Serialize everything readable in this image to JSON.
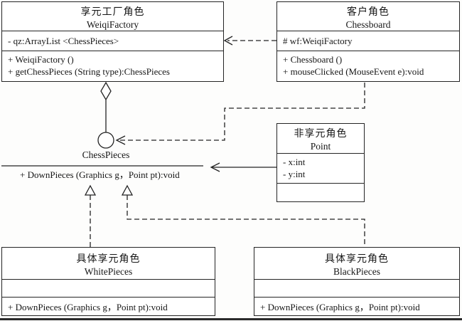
{
  "classes": {
    "weiqi_factory": {
      "role_cn": "享元工厂角色",
      "name": "WeiqiFactory",
      "attributes": [
        "- qz:ArrayList <ChessPieces>"
      ],
      "methods": [
        "+ WeiqiFactory ()",
        "+ getChessPieces (String type):ChessPieces"
      ]
    },
    "chessboard": {
      "role_cn": "客户角色",
      "name": "Chessboard",
      "attributes": [
        "# wf:WeiqiFactory"
      ],
      "methods": [
        "+ Chessboard ()",
        "+ mouseClicked (MouseEvent e):void"
      ]
    },
    "point": {
      "role_cn": "非享元角色",
      "name": "Point",
      "attributes": [
        "- x:int",
        "- y:int"
      ],
      "methods": []
    },
    "chess_pieces": {
      "name": "ChessPieces",
      "methods": [
        "+ DownPieces (Graphics g，Point pt):void"
      ]
    },
    "white_pieces": {
      "role_cn": "具体享元角色",
      "name": "WhitePieces",
      "attributes": [],
      "methods": [
        "+ DownPieces (Graphics g，Point pt):void"
      ]
    },
    "black_pieces": {
      "role_cn": "具体享元角色",
      "name": "BlackPieces",
      "attributes": [],
      "methods": [
        "+ DownPieces (Graphics g，Point pt):void"
      ]
    }
  },
  "colors": {
    "line": "#232323",
    "box_fill": "#ffffff",
    "background": "#fdfdfc",
    "text": "#161616"
  }
}
